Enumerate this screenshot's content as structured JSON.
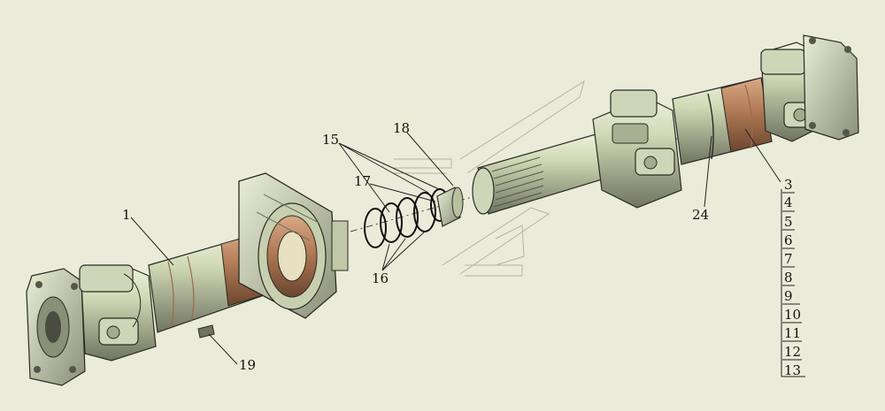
{
  "diagram": {
    "background": "#ebebda",
    "colors": {
      "metal_light": "#dfe6c8",
      "metal_mid": "#b8c0a0",
      "metal_dark": "#6f7460",
      "copper": "#b07a55",
      "copper_dark": "#7b5238",
      "outline": "#2a2a22",
      "leader": "#222222"
    },
    "callouts": [
      {
        "id": "1",
        "label": "1"
      },
      {
        "id": "3",
        "label": "3"
      },
      {
        "id": "4",
        "label": "4"
      },
      {
        "id": "5",
        "label": "5"
      },
      {
        "id": "6",
        "label": "6"
      },
      {
        "id": "7",
        "label": "7"
      },
      {
        "id": "8",
        "label": "8"
      },
      {
        "id": "9",
        "label": "9"
      },
      {
        "id": "10",
        "label": "10"
      },
      {
        "id": "11",
        "label": "11"
      },
      {
        "id": "12",
        "label": "12"
      },
      {
        "id": "13",
        "label": "13"
      },
      {
        "id": "15",
        "label": "15"
      },
      {
        "id": "16",
        "label": "16"
      },
      {
        "id": "17",
        "label": "17"
      },
      {
        "id": "18",
        "label": "18"
      },
      {
        "id": "19",
        "label": "19"
      },
      {
        "id": "24",
        "label": "24"
      }
    ]
  }
}
